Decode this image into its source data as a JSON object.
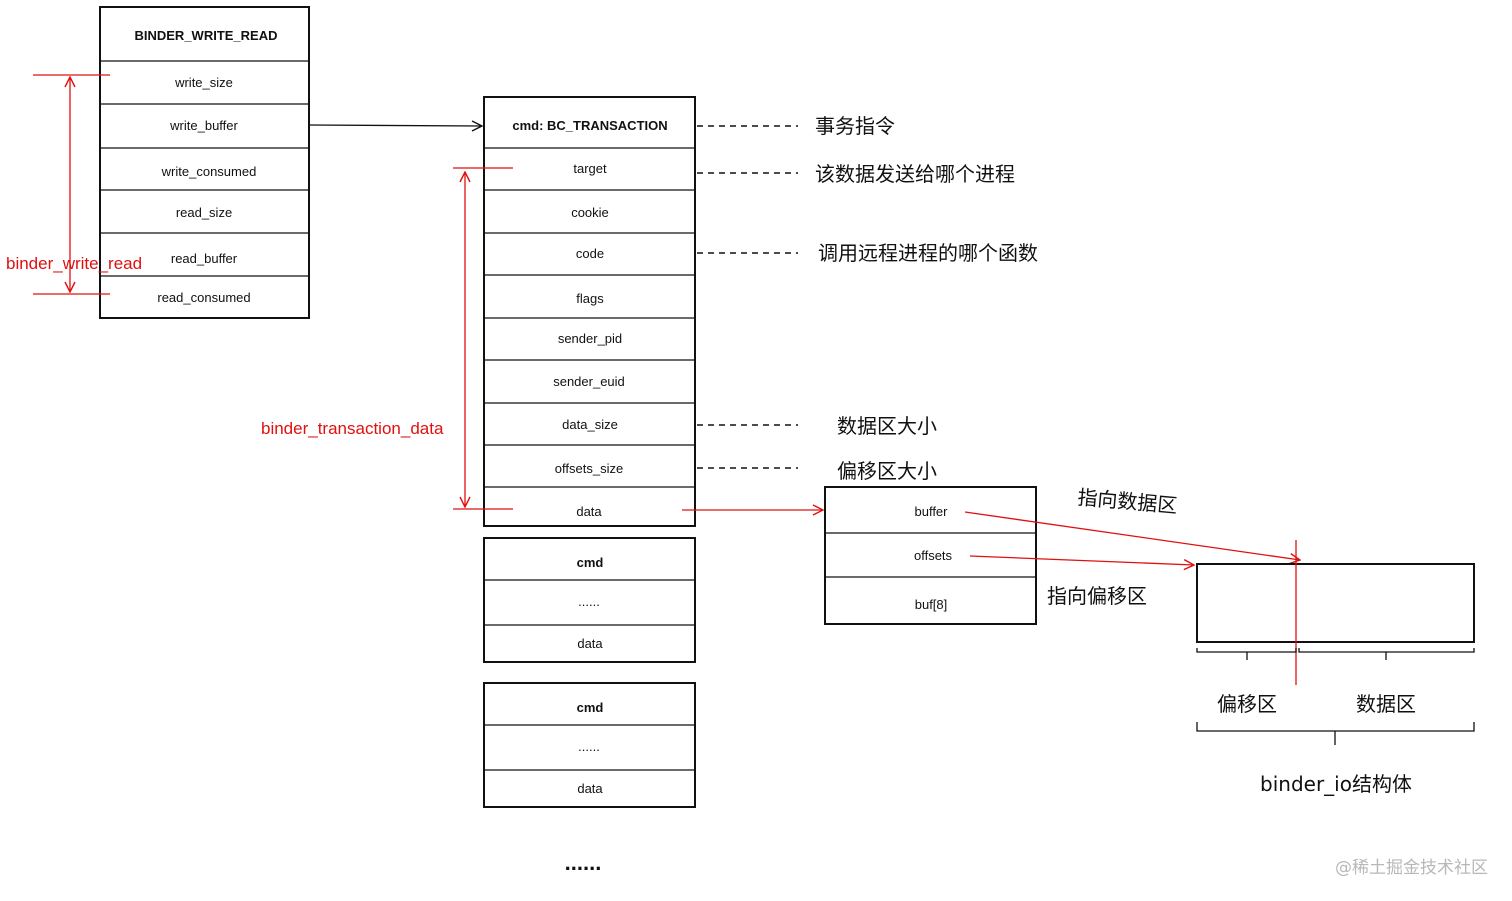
{
  "binder_write_read": {
    "header": "BINDER_WRITE_READ",
    "fields": [
      "write_size",
      "write_buffer",
      "write_consumed",
      "read_size",
      "read_buffer",
      "read_consumed"
    ],
    "label": "binder_write_read"
  },
  "transaction": {
    "header": "cmd: BC_TRANSACTION",
    "fields": [
      "target",
      "cookie",
      "code",
      "flags",
      "sender_pid",
      "sender_euid",
      "data_size",
      "offsets_size",
      "data"
    ],
    "label": "binder_transaction_data"
  },
  "annotations": {
    "cmd": "事务指令",
    "target": "该数据发送给哪个进程",
    "code": "调用远程进程的哪个函数",
    "data_size": "数据区大小",
    "offsets_size": "偏移区大小"
  },
  "cmd_blocks": [
    {
      "cmd": "cmd",
      "middle": "......",
      "data": "data"
    },
    {
      "cmd": "cmd",
      "middle": "......",
      "data": "data"
    }
  ],
  "ellipsis": "......",
  "data_buffer": {
    "fields": [
      "buffer",
      "offsets",
      "buf[8]"
    ],
    "to_data": "指向数据区",
    "to_offsets": "指向偏移区"
  },
  "binder_io": {
    "offset_region": "偏移区",
    "data_region": "数据区",
    "label": "binder_io结构体"
  },
  "watermark": "@稀土掘金技术社区"
}
